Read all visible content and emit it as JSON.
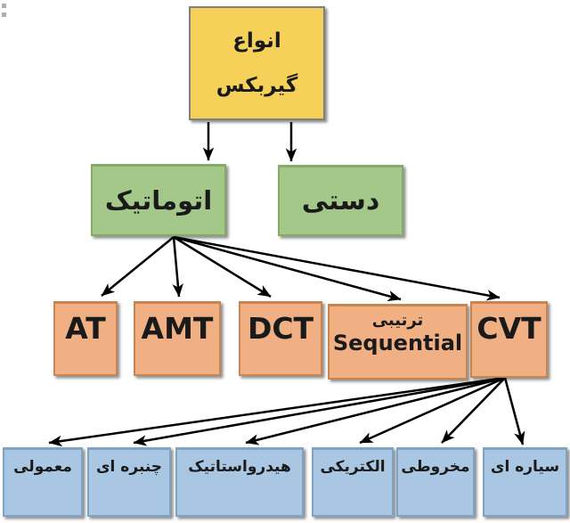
{
  "diagram": {
    "root": {
      "line1": "انواع",
      "line2": "گیربکس"
    },
    "level2": [
      {
        "label": "اتوماتیک"
      },
      {
        "label": "دستی"
      }
    ],
    "level3": [
      {
        "label": "AT"
      },
      {
        "label": "AMT"
      },
      {
        "label": "DCT"
      },
      {
        "label_fa": "ترتیبی",
        "label_en": "Sequential"
      },
      {
        "label": "CVT"
      }
    ],
    "level4": [
      {
        "label": "معمولی"
      },
      {
        "label": "چنبره ای"
      },
      {
        "label": "هیدرواستاتیک"
      },
      {
        "label": "الکتریکی"
      },
      {
        "label": "مخروطی"
      },
      {
        "label": "سیاره ای"
      }
    ],
    "edges": [
      [
        "انواع گیربکس",
        "اتوماتیک"
      ],
      [
        "انواع گیربکس",
        "دستی"
      ],
      [
        "اتوماتیک",
        "AT"
      ],
      [
        "اتوماتیک",
        "AMT"
      ],
      [
        "اتوماتیک",
        "DCT"
      ],
      [
        "اتوماتیک",
        "ترتیبی Sequential"
      ],
      [
        "اتوماتیک",
        "CVT"
      ],
      [
        "CVT",
        "معمولی"
      ],
      [
        "CVT",
        "چنبره ای"
      ],
      [
        "CVT",
        "هیدرواستاتیک"
      ],
      [
        "CVT",
        "الکتریکی"
      ],
      [
        "CVT",
        "مخروطی"
      ],
      [
        "CVT",
        "سیاره ای"
      ]
    ],
    "colors": {
      "root_fill": "#f5d159",
      "level2_fill": "#a3c88a",
      "level3_fill": "#f0b083",
      "level4_fill": "#a9c7e2",
      "arrow": "#000000",
      "text": "#1a1a1a"
    }
  }
}
